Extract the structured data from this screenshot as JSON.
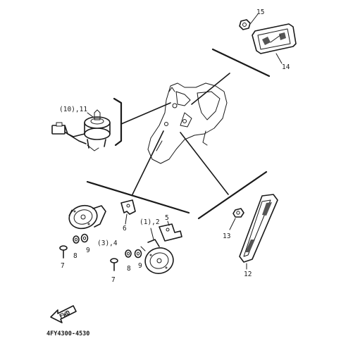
{
  "labels": {
    "p15": "15",
    "p14": "14",
    "p10_11": "(10),11",
    "p6": "6",
    "p5": "5",
    "p1_2": "(1),2",
    "p3_4": "(3),4",
    "p7a": "7",
    "p8a": "8",
    "p9a": "9",
    "p7b": "7",
    "p8b": "8",
    "p9b": "9",
    "p13": "13",
    "p12": "12"
  },
  "fwd_label": "FWD",
  "diagram_code": "4FY4300-4530"
}
